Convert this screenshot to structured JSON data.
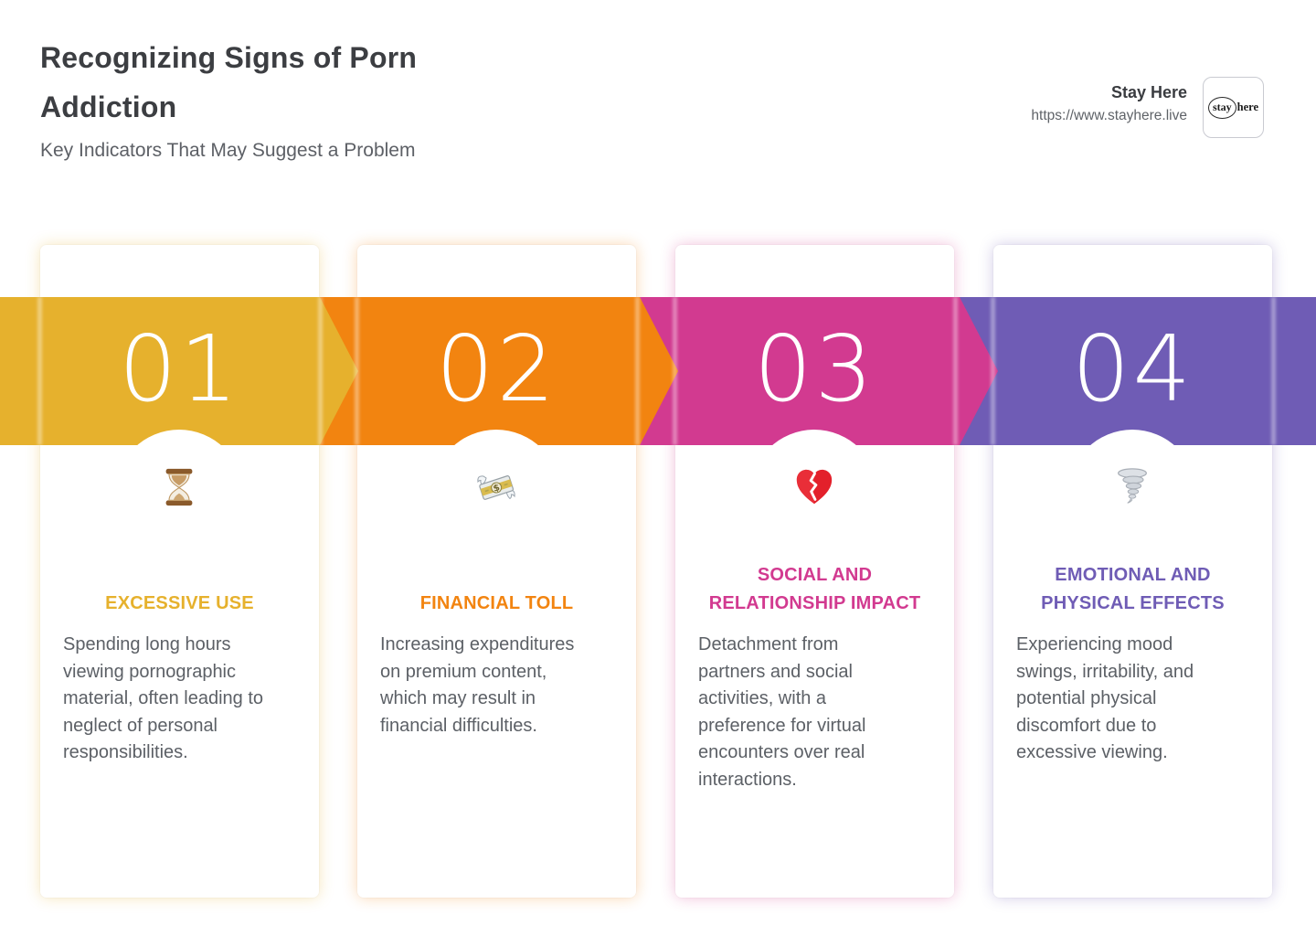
{
  "header": {
    "title": "Recognizing Signs of Porn\nAddiction",
    "subtitle": "Key Indicators That May Suggest a Problem"
  },
  "brand": {
    "name": "Stay Here",
    "url": "https://www.stayhere.live",
    "logo": {
      "primary": "stay",
      "secondary": "here"
    }
  },
  "steps": [
    {
      "number": "01",
      "accent": "#e6b12d",
      "icon": "hourglass-icon",
      "title": "EXCESSIVE USE",
      "description": "Spending long hours\nviewing pornographic\nmaterial, often leading to\nneglect of personal\nresponsibilities."
    },
    {
      "number": "02",
      "accent": "#f28410",
      "icon": "money-with-wings-icon",
      "title": "FINANCIAL TOLL",
      "description": "Increasing expenditures\non premium content,\nwhich may result in\nfinancial difficulties."
    },
    {
      "number": "03",
      "accent": "#d23a90",
      "icon": "broken-heart-icon",
      "title": "SOCIAL AND\nRELATIONSHIP IMPACT",
      "description": "Detachment from\npartners and social\nactivities, with a\npreference for virtual\nencounters over real\ninteractions."
    },
    {
      "number": "04",
      "accent": "#6f5cb5",
      "icon": "tornado-icon",
      "title": "EMOTIONAL AND\nPHYSICAL EFFECTS",
      "description": "Experiencing mood\nswings, irritability, and\npotential physical\ndiscomfort due to\nexcessive viewing."
    }
  ]
}
